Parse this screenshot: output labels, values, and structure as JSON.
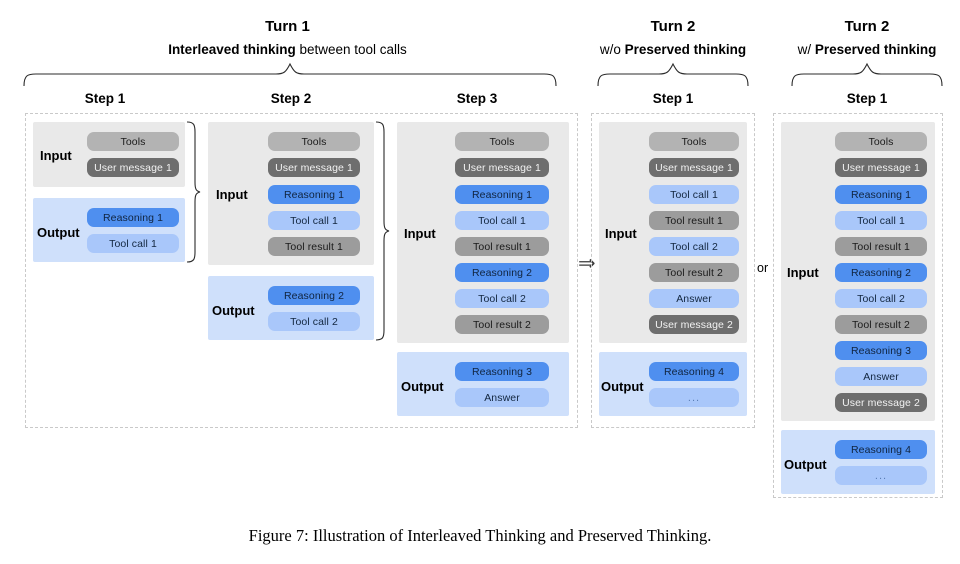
{
  "figure": {
    "caption": "Figure 7: Illustration of Interleaved Thinking and Preserved Thinking."
  },
  "connector": {
    "arrow_glyph": "⇒",
    "or_label": "or"
  },
  "colors": {
    "tools": "#b3b3b3",
    "user_message": "#6e6e6e",
    "reasoning": "#4f8fef",
    "tool_call": "#a9c7fa",
    "tool_result": "#9c9c9c",
    "answer": "#a9c7fa",
    "input_panel": "#e9e9e9",
    "output_panel": "#cfe0fb",
    "dashed_border": "#c9c9c9"
  },
  "sections": [
    {
      "id": "turn1",
      "title": "Turn 1",
      "subtitle_bold": "Interleaved thinking",
      "subtitle_rest": " between tool calls",
      "steps": [
        {
          "id": "t1s1",
          "title": "Step 1",
          "input_label": "Input",
          "output_label": "Output",
          "input_items": [
            "Tools",
            "User message 1"
          ],
          "output_items": [
            "Reasoning 1",
            "Tool call 1"
          ]
        },
        {
          "id": "t1s2",
          "title": "Step 2",
          "input_label": "Input",
          "output_label": "Output",
          "input_items": [
            "Tools",
            "User message 1",
            "Reasoning 1",
            "Tool call 1",
            "Tool result 1"
          ],
          "output_items": [
            "Reasoning 2",
            "Tool call 2"
          ]
        },
        {
          "id": "t1s3",
          "title": "Step 3",
          "input_label": "Input",
          "output_label": "Output",
          "input_items": [
            "Tools",
            "User message 1",
            "Reasoning 1",
            "Tool call 1",
            "Tool result 1",
            "Reasoning 2",
            "Tool call 2",
            "Tool result 2"
          ],
          "output_items": [
            "Reasoning 3",
            "Answer"
          ]
        }
      ]
    },
    {
      "id": "turn2_wo",
      "title": "Turn 2",
      "subtitle_bold": "Preserved thinking",
      "subtitle_prefix": "w/o ",
      "steps": [
        {
          "id": "t2wo_s1",
          "title": "Step 1",
          "input_label": "Input",
          "output_label": "Output",
          "input_items": [
            "Tools",
            "User message 1",
            "Tool call 1",
            "Tool result 1",
            "Tool call 2",
            "Tool result 2",
            "Answer",
            "User message 2"
          ],
          "output_items": [
            "Reasoning 4",
            "..."
          ]
        }
      ]
    },
    {
      "id": "turn2_w",
      "title": "Turn 2",
      "subtitle_bold": "Preserved thinking",
      "subtitle_prefix": "w/ ",
      "steps": [
        {
          "id": "t2w_s1",
          "title": "Step 1",
          "input_label": "Input",
          "output_label": "Output",
          "input_items": [
            "Tools",
            "User message 1",
            "Reasoning 1",
            "Tool call 1",
            "Tool result 1",
            "Reasoning 2",
            "Tool call 2",
            "Tool result 2",
            "Reasoning 3",
            "Answer",
            "User message 2"
          ],
          "output_items": [
            "Reasoning 4",
            "..."
          ]
        }
      ]
    }
  ]
}
